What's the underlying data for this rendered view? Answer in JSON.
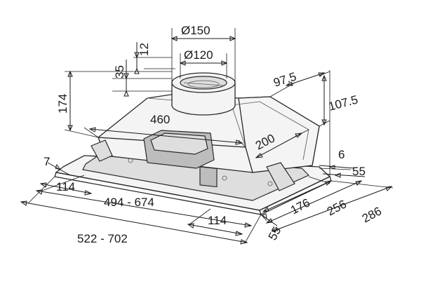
{
  "dimensions": {
    "d150": "Ø150",
    "d120": "Ø120",
    "v12": "12",
    "v35": "35",
    "v174": "174",
    "v97_5": "97.5",
    "v107_5": "107.5",
    "v460": "460",
    "v200": "200",
    "v7": "7",
    "v6": "6",
    "v55a": "55",
    "v114a": "114",
    "v494_674": "494 - 674",
    "v176": "176",
    "v256": "256",
    "v286": "286",
    "v114b": "114",
    "v522_702": "522 - 702",
    "v55b": "55"
  }
}
